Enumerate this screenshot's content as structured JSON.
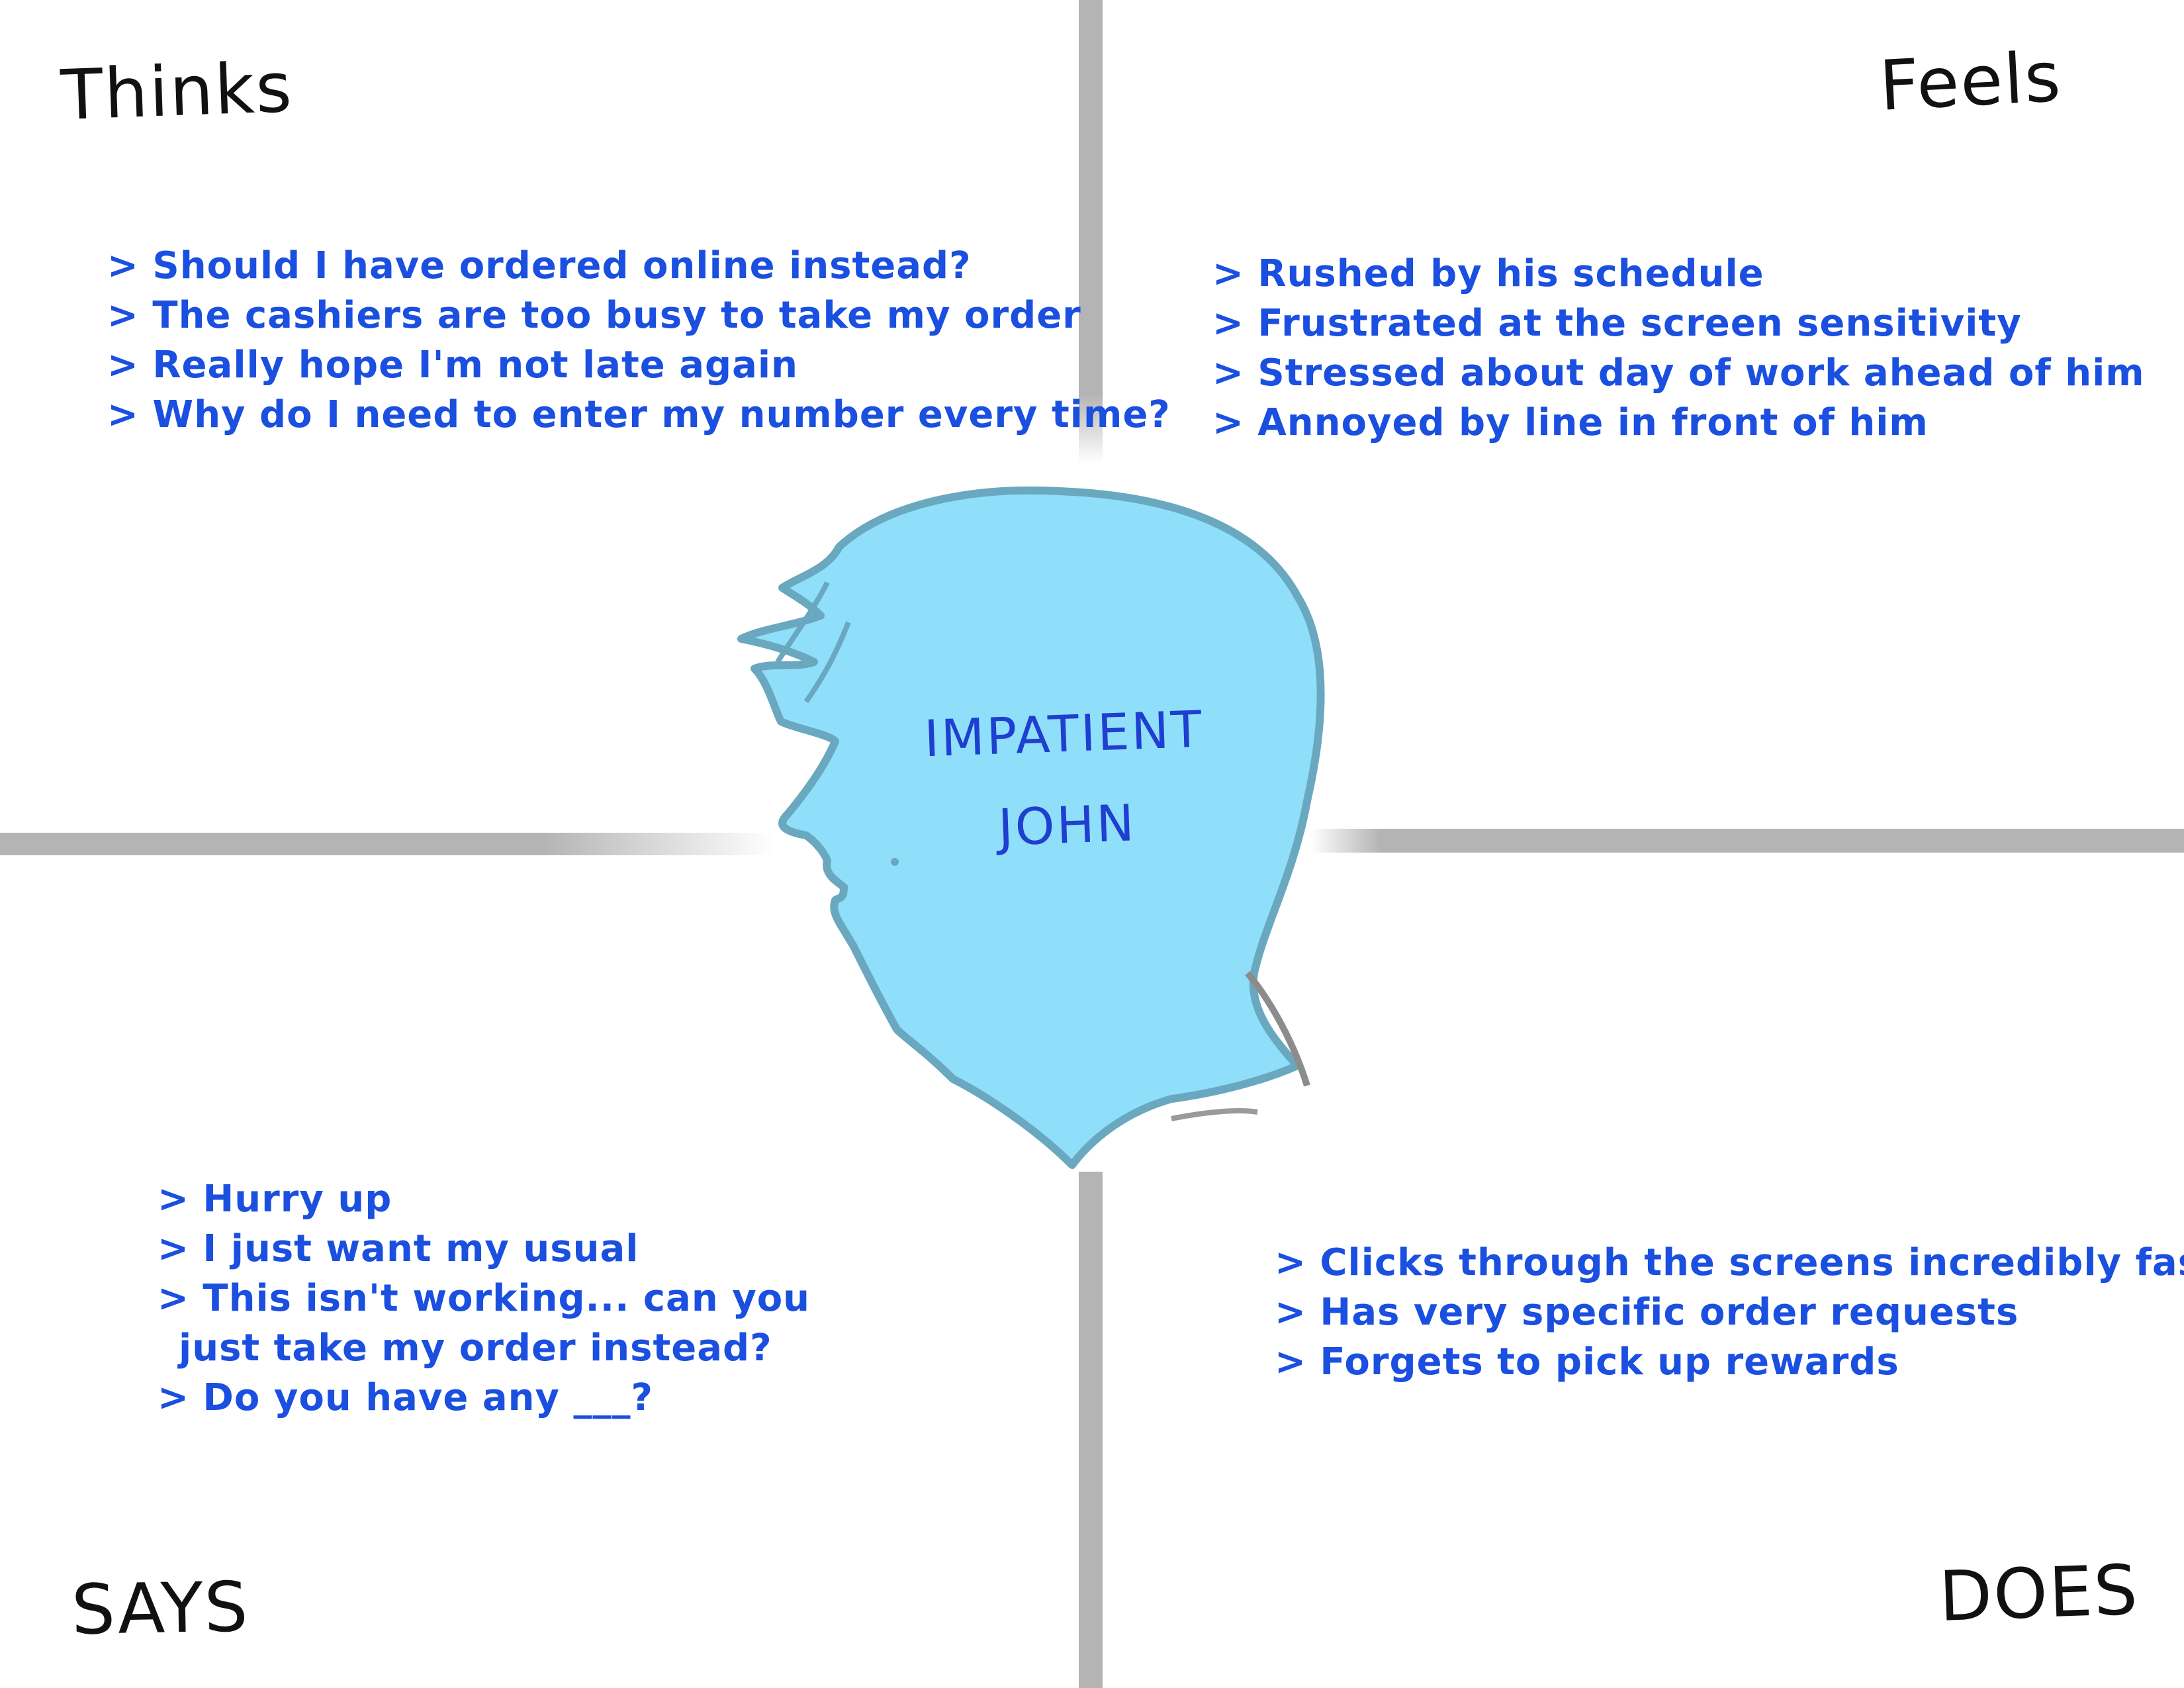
{
  "quadrants": {
    "thinks": {
      "title": "Thinks",
      "items": [
        "Should I have ordered online instead?",
        "The cashiers are too busy to take my order",
        "Really hope I'm not late again",
        "Why do I need to enter my number every time?"
      ]
    },
    "feels": {
      "title": "Feels",
      "items": [
        "Rushed by his schedule",
        "Frustrated at the screen sensitivity",
        "Stressed about day of work ahead of him",
        "Annoyed by line in front of him"
      ]
    },
    "says": {
      "title": "SAYS",
      "items": [
        "Hurry up",
        "I just want my usual",
        "This isn't working... can you",
        "just take my order instead?",
        "Do you have any ___?"
      ]
    },
    "does": {
      "title": "DOES",
      "items": [
        "Clicks through the screens incredibly fast",
        "Has very specific order requests",
        "Forgets to pick up rewards"
      ]
    }
  },
  "persona": {
    "line1": "IMPATIENT",
    "line2": "JOHN"
  },
  "colors": {
    "text_blue": "#1a4fe0",
    "head_fill": "#8fdffa",
    "head_outline": "#6aa8c0",
    "axis_gray": "#b4b4b4",
    "title_black": "#111111"
  }
}
